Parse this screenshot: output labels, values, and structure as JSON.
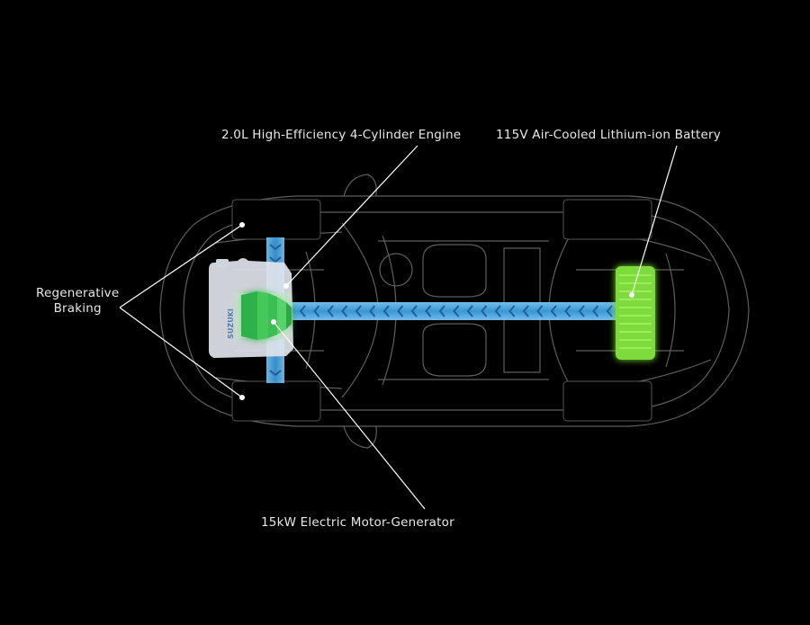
{
  "labels": {
    "engine": "2.0L High-Efficiency 4-Cylinder Engine",
    "battery": "115V Air-Cooled Lithium-ion Battery",
    "motor": "15kW Electric Motor-Generator",
    "regen_line1": "Regenerative",
    "regen_line2": "Braking",
    "brand": "SUZUKI"
  },
  "colors": {
    "background": "#000000",
    "body_wireframe": "#7a7a7a",
    "energy_flow": "#4aa8e0",
    "battery": "#7ddc3a",
    "motor": "#3ec24a",
    "engine_block": "#dfe4ea",
    "wheel": "#000000",
    "leader_line": "#ffffff"
  }
}
